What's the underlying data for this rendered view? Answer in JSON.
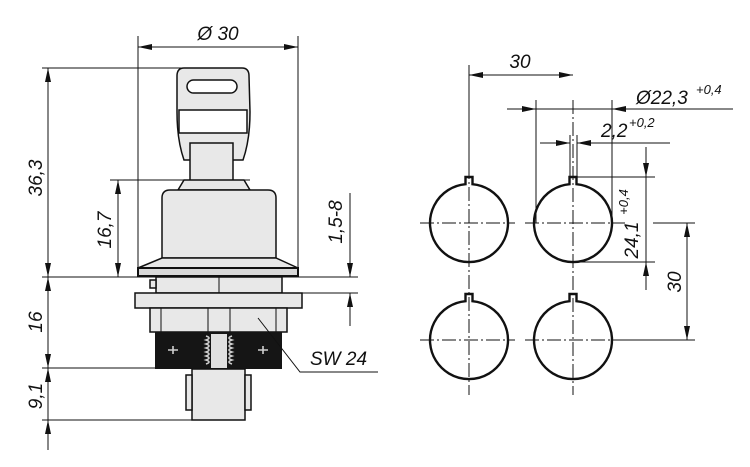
{
  "side_view": {
    "diameter_label": "Ø 30",
    "total_height_label": "36,3",
    "body_height_label": "16,7",
    "panel_thickness_label": "1,5-8",
    "thread_length_label": "16",
    "stem_length_label": "9,1",
    "wrench_size_label": "SW 24"
  },
  "cutout_view": {
    "horizontal_pitch_label": "30",
    "hole_diameter_label": "Ø22,3",
    "hole_diameter_tol": "+0,4",
    "notch_width_label": "2,2",
    "notch_width_tol": "+0,2",
    "notch_depth_label": "24,1",
    "notch_depth_tol": "+0,4",
    "vertical_pitch_label": "30"
  },
  "colors": {
    "part_fill": "#e8e8e8",
    "line": "#111111"
  }
}
